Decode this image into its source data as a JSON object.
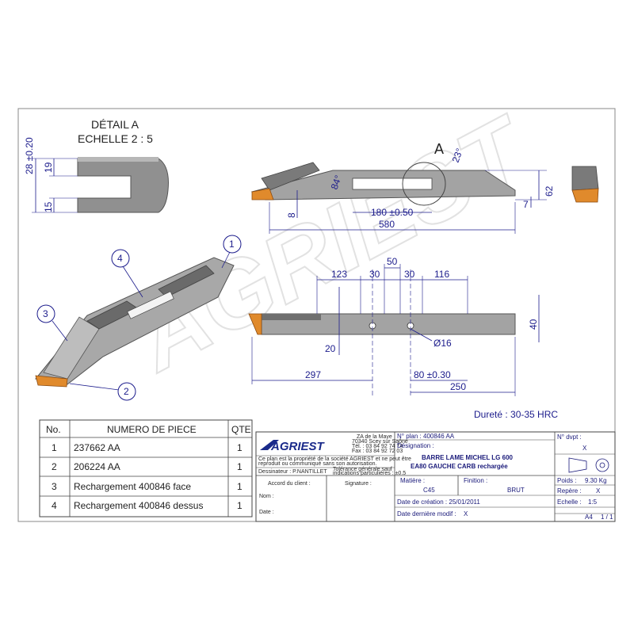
{
  "detail": {
    "title": "DÉTAIL A",
    "scale": "ECHELLE 2 : 5",
    "dim_overall": "28 ±0.20",
    "dim_top": "19",
    "dim_bottom": "15"
  },
  "top_view": {
    "section_mark": "A",
    "angle": "23°",
    "angle_left": "84°",
    "dim_slot": "180 ±0.50",
    "dim_length": "580",
    "dim_small": "8",
    "dim_height": "62",
    "dim_tip": "7"
  },
  "side_view": {
    "dim_123": "123",
    "dim_30a": "30",
    "dim_50": "50",
    "dim_30b": "30",
    "dim_116": "116",
    "dim_40": "40",
    "dim_20": "20",
    "dim_hole": "Ø16",
    "dim_297": "297",
    "dim_80": "80 ±0.30",
    "dim_250": "250"
  },
  "balloons": [
    "1",
    "2",
    "3",
    "4"
  ],
  "hardness": "Dureté : 30-35 HRC",
  "watermark": "AGRIEST",
  "bom": {
    "headers": [
      "No.",
      "NUMERO DE PIECE",
      "QTE"
    ],
    "rows": [
      [
        "1",
        "237662 AA",
        "1"
      ],
      [
        "2",
        "206224 AA",
        "1"
      ],
      [
        "3",
        "Rechargement 400846 face",
        "1"
      ],
      [
        "4",
        "Rechargement 400846 dessus",
        "1"
      ]
    ]
  },
  "title_block": {
    "logo": "AGRIEST",
    "address": [
      "ZA de la Maye",
      "70340 Scey sur Saône",
      "Tél. : 03 84 92 74 74",
      "Fax : 03 84 92 72 03"
    ],
    "property_notice": [
      "Ce plan est la propriété de la société AGRIEST et ne peut être",
      "reproduit ou communiqué sans son autorisation."
    ],
    "designer": "Dessinateur : P.NANTILLET",
    "tolerance": [
      "Tolérance générale sauf",
      "indications particulières : ±0.5"
    ],
    "agreement": "Accord du client :",
    "signature": "Signature :",
    "name": "Nom :",
    "date": "Date :",
    "plan_no": "N° plan : 400846 AA",
    "designation_label": "Désignation :",
    "designation": [
      "BARRE LAME MICHEL LG 600",
      "EA80 GAUCHE CARB rechargée"
    ],
    "material_label": "Matière :",
    "material": "C45",
    "finish_label": "Finition :",
    "finish": "BRUT",
    "created": "Date de création : 25/01/2011",
    "modified": "Date dernière modif :",
    "modified_value": "X",
    "dvpt": "N° dvpt :",
    "dvpt_value": "X",
    "weight": "Poids :",
    "weight_value": "9.30  Kg",
    "mark": "Repère :",
    "mark_value": "X",
    "scale": "Echelle :",
    "scale_value": "1:5",
    "format": "A4",
    "page": "1 / 1"
  }
}
